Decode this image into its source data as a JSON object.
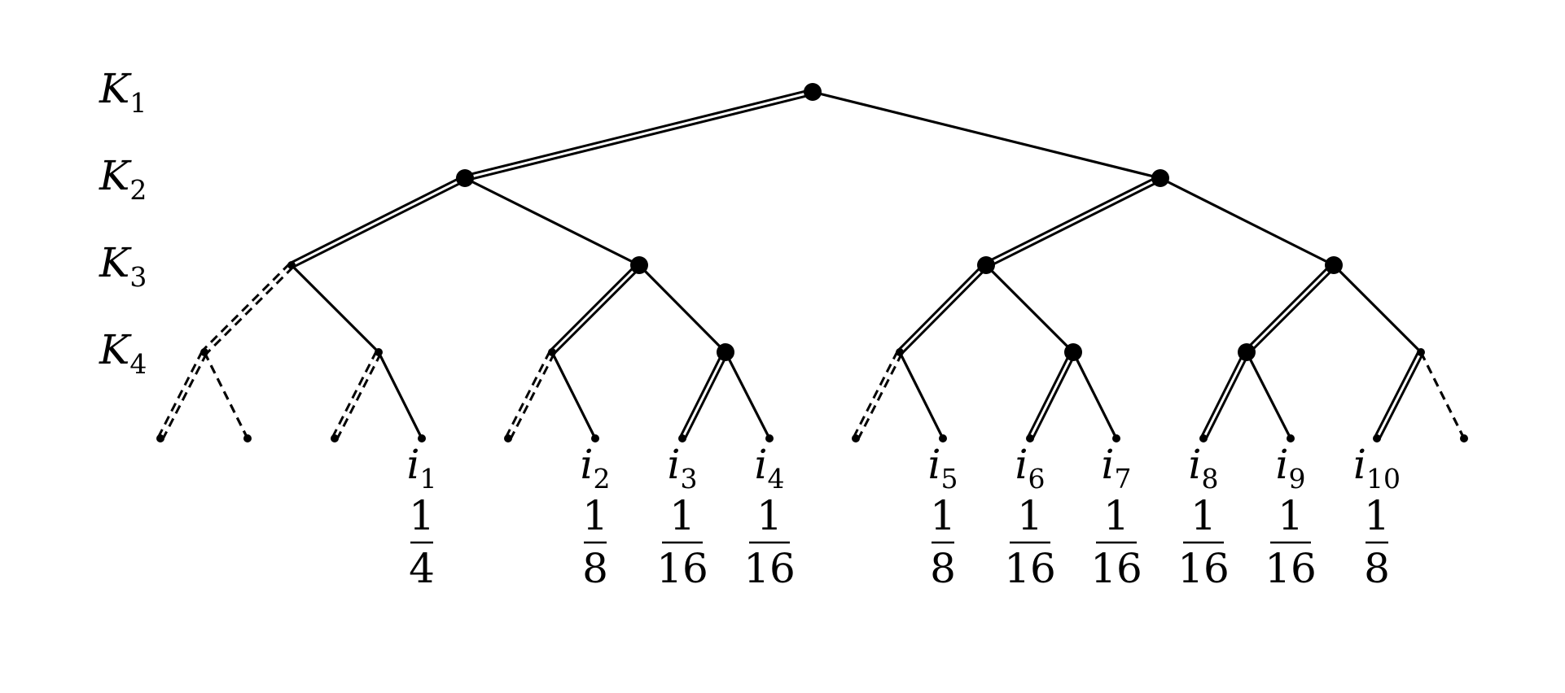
{
  "levels": [
    {
      "letter": "K",
      "sub": "1"
    },
    {
      "letter": "K",
      "sub": "2"
    },
    {
      "letter": "K",
      "sub": "3"
    },
    {
      "letter": "K",
      "sub": "4"
    }
  ],
  "nodes": [
    {
      "id": "n1",
      "marker": "large"
    },
    {
      "id": "n2",
      "marker": "large"
    },
    {
      "id": "n3",
      "marker": "large"
    },
    {
      "id": "n4",
      "marker": "small"
    },
    {
      "id": "n5",
      "marker": "large"
    },
    {
      "id": "n6",
      "marker": "large"
    },
    {
      "id": "n7",
      "marker": "large"
    },
    {
      "id": "n8",
      "marker": "small"
    },
    {
      "id": "n9",
      "marker": "small"
    },
    {
      "id": "n10",
      "marker": "small"
    },
    {
      "id": "n11",
      "marker": "large"
    },
    {
      "id": "n12",
      "marker": "small"
    },
    {
      "id": "n13",
      "marker": "large"
    },
    {
      "id": "n14",
      "marker": "large"
    },
    {
      "id": "n15",
      "marker": "small"
    },
    {
      "id": "l1",
      "marker": "small"
    },
    {
      "id": "l2",
      "marker": "small"
    },
    {
      "id": "l3",
      "marker": "small"
    },
    {
      "id": "l4",
      "marker": "small"
    },
    {
      "id": "l5",
      "marker": "small"
    },
    {
      "id": "l6",
      "marker": "small"
    },
    {
      "id": "l7",
      "marker": "small"
    },
    {
      "id": "l8",
      "marker": "small"
    },
    {
      "id": "l9",
      "marker": "small"
    },
    {
      "id": "l10",
      "marker": "small"
    },
    {
      "id": "l11",
      "marker": "small"
    },
    {
      "id": "l12",
      "marker": "small"
    },
    {
      "id": "l13",
      "marker": "small"
    },
    {
      "id": "l14",
      "marker": "small"
    },
    {
      "id": "l15",
      "marker": "small"
    },
    {
      "id": "l16",
      "marker": "small"
    }
  ],
  "edges": [
    {
      "from": "n1",
      "to": "n2",
      "style": "double"
    },
    {
      "from": "n1",
      "to": "n3",
      "style": "solid"
    },
    {
      "from": "n2",
      "to": "n4",
      "style": "double"
    },
    {
      "from": "n2",
      "to": "n5",
      "style": "solid"
    },
    {
      "from": "n3",
      "to": "n6",
      "style": "double"
    },
    {
      "from": "n3",
      "to": "n7",
      "style": "solid"
    },
    {
      "from": "n4",
      "to": "n8",
      "style": "double-dashed"
    },
    {
      "from": "n4",
      "to": "n9",
      "style": "solid"
    },
    {
      "from": "n5",
      "to": "n10",
      "style": "double"
    },
    {
      "from": "n5",
      "to": "n11",
      "style": "solid"
    },
    {
      "from": "n6",
      "to": "n12",
      "style": "double"
    },
    {
      "from": "n6",
      "to": "n13",
      "style": "solid"
    },
    {
      "from": "n7",
      "to": "n14",
      "style": "double"
    },
    {
      "from": "n7",
      "to": "n15",
      "style": "solid"
    },
    {
      "from": "n8",
      "to": "l1",
      "style": "double-dashed"
    },
    {
      "from": "n8",
      "to": "l2",
      "style": "dashed"
    },
    {
      "from": "n9",
      "to": "l3",
      "style": "double-dashed"
    },
    {
      "from": "n9",
      "to": "l4",
      "style": "solid"
    },
    {
      "from": "n10",
      "to": "l5",
      "style": "double-dashed"
    },
    {
      "from": "n10",
      "to": "l6",
      "style": "solid"
    },
    {
      "from": "n11",
      "to": "l7",
      "style": "double"
    },
    {
      "from": "n11",
      "to": "l8",
      "style": "solid"
    },
    {
      "from": "n12",
      "to": "l9",
      "style": "double-dashed"
    },
    {
      "from": "n12",
      "to": "l10",
      "style": "solid"
    },
    {
      "from": "n13",
      "to": "l11",
      "style": "double"
    },
    {
      "from": "n13",
      "to": "l12",
      "style": "solid"
    },
    {
      "from": "n14",
      "to": "l13",
      "style": "double"
    },
    {
      "from": "n14",
      "to": "l14",
      "style": "solid"
    },
    {
      "from": "n15",
      "to": "l15",
      "style": "double"
    },
    {
      "from": "n15",
      "to": "l16",
      "style": "dashed"
    }
  ],
  "leaf_labels": [
    {
      "leaf": "l4",
      "letter": "i",
      "sub": "1",
      "numerator": "1",
      "denominator": "4"
    },
    {
      "leaf": "l6",
      "letter": "i",
      "sub": "2",
      "numerator": "1",
      "denominator": "8"
    },
    {
      "leaf": "l7",
      "letter": "i",
      "sub": "3",
      "numerator": "1",
      "denominator": "16"
    },
    {
      "leaf": "l8",
      "letter": "i",
      "sub": "4",
      "numerator": "1",
      "denominator": "16"
    },
    {
      "leaf": "l10",
      "letter": "i",
      "sub": "5",
      "numerator": "1",
      "denominator": "8"
    },
    {
      "leaf": "l11",
      "letter": "i",
      "sub": "6",
      "numerator": "1",
      "denominator": "16"
    },
    {
      "leaf": "l12",
      "letter": "i",
      "sub": "7",
      "numerator": "1",
      "denominator": "16"
    },
    {
      "leaf": "l13",
      "letter": "i",
      "sub": "8",
      "numerator": "1",
      "denominator": "16"
    },
    {
      "leaf": "l14",
      "letter": "i",
      "sub": "9",
      "numerator": "1",
      "denominator": "16"
    },
    {
      "leaf": "l15",
      "letter": "i",
      "sub": "10",
      "numerator": "1",
      "denominator": "8"
    }
  ]
}
